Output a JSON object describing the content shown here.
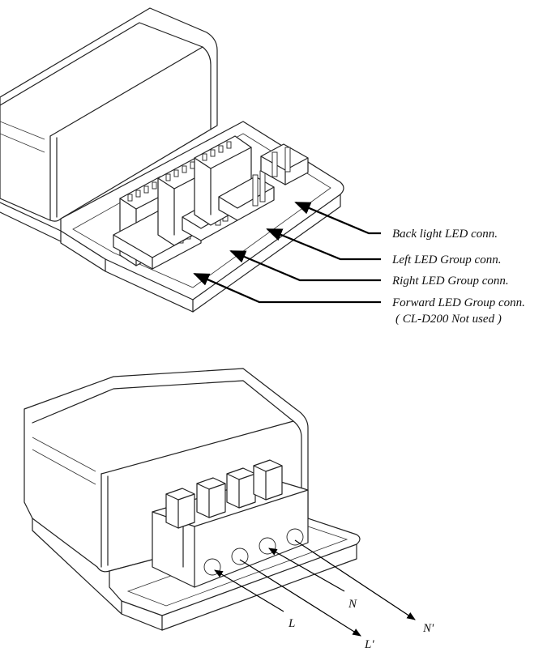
{
  "connector_labels": {
    "back_light": "Back light LED conn.",
    "left_group": "Left LED Group conn.",
    "right_group": "Right LED Group conn.",
    "forward_group": "Forward LED Group conn.",
    "forward_note": "( CL-D200 Not used )"
  },
  "terminal_labels": {
    "l": "L",
    "n": "N",
    "l_prime": "L'",
    "n_prime": "N'"
  }
}
